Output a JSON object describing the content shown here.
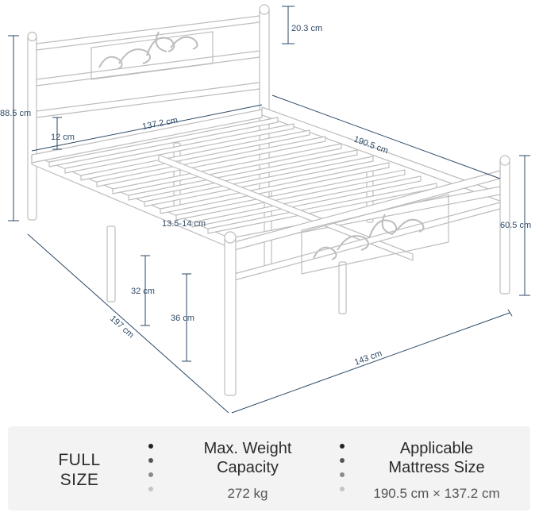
{
  "dimensions": {
    "headboard_top": "20.3 cm",
    "headboard_height": "88.5 cm",
    "side_rail_gap": "12 cm",
    "width_inner": "137.2 cm",
    "length_inner": "190.5 cm",
    "slat_gap": "13.5-14 cm",
    "footboard_height": "60.5 cm",
    "under_bed_clearance": "32 cm",
    "frame_height": "36 cm",
    "length_outer": "197 cm",
    "width_outer": "143 cm"
  },
  "specs": {
    "size_label": [
      "FULL",
      "SIZE"
    ],
    "weight": {
      "title": [
        "Max. Weight",
        "Capacity"
      ],
      "value": "272 kg"
    },
    "mattress": {
      "title": [
        "Applicable",
        "Mattress Size"
      ],
      "value": "190.5 cm × 137.2 cm"
    }
  },
  "colors": {
    "frame": "#ffffff",
    "frame_outline": "#bdbdbd",
    "dimension_line": "#2e4a66",
    "panel_background": "#f3f3f3",
    "dot_gradient": [
      "#222222",
      "#555555",
      "#8a8a8a",
      "#c4c4c4"
    ]
  }
}
